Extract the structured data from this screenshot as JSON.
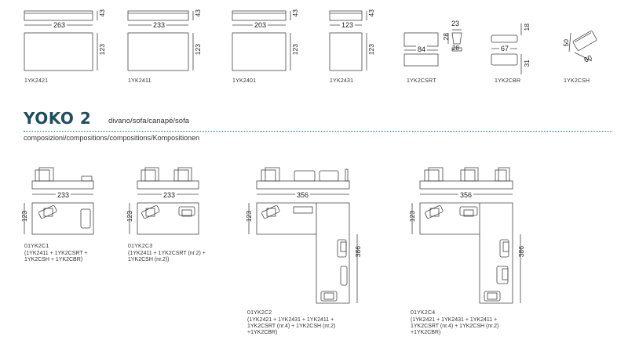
{
  "elements": [
    {
      "code": "1YK2421",
      "width": "263",
      "depth": "123",
      "height": "43"
    },
    {
      "code": "1YK2411",
      "width": "233",
      "depth": "123",
      "height": "43"
    },
    {
      "code": "1YK2401",
      "width": "203",
      "depth": "123",
      "height": "43"
    },
    {
      "code": "1YK2431",
      "width": "123",
      "depth": "123",
      "height": "43"
    },
    {
      "code": "1YK2CSRT",
      "width": "84",
      "depth": "28",
      "height": "28",
      "top_width": "23"
    },
    {
      "code": "1YK2CBR",
      "width": "67",
      "depth": "31",
      "height": "18"
    },
    {
      "code": "1YK2CSH",
      "width": "60",
      "depth": "50"
    }
  ],
  "header": {
    "title": "YOKO 2",
    "subtitle": "divano/sofa/canapé/sofa",
    "compositions_label": "composizioni/compositions/compositions/Kompositionen"
  },
  "compositions": [
    {
      "code": "01YK2C1",
      "parts": "(1YK2411 + 1YK2CSRT +\n1YK2CSH + 1YK2CBR)",
      "width": "233",
      "depth": "123"
    },
    {
      "code": "01YK2C3",
      "parts": "(1YK2411 + 1YK2CSRT (nr.2) +\n1YK2CSH (nr.2))",
      "width": "233",
      "depth": "123"
    },
    {
      "code": "01YK2C2",
      "parts": "(1YK2421 + 1YK2431 + 1YK2411 +\n1YK2CSRT (nr.4) + 1YK2CSH (nr.2)\n+1YK2CBR)",
      "width": "356",
      "depth": "123",
      "length": "386"
    },
    {
      "code": "01YK2C4",
      "parts": "(1YK2421 + 1YK2431 + 1YK2411 +\n1YK2CSRT (nr.4) + 1YK2CSH (nr.2)\n+1YK2CBR)",
      "width": "356",
      "depth": "123",
      "length": "386"
    }
  ]
}
